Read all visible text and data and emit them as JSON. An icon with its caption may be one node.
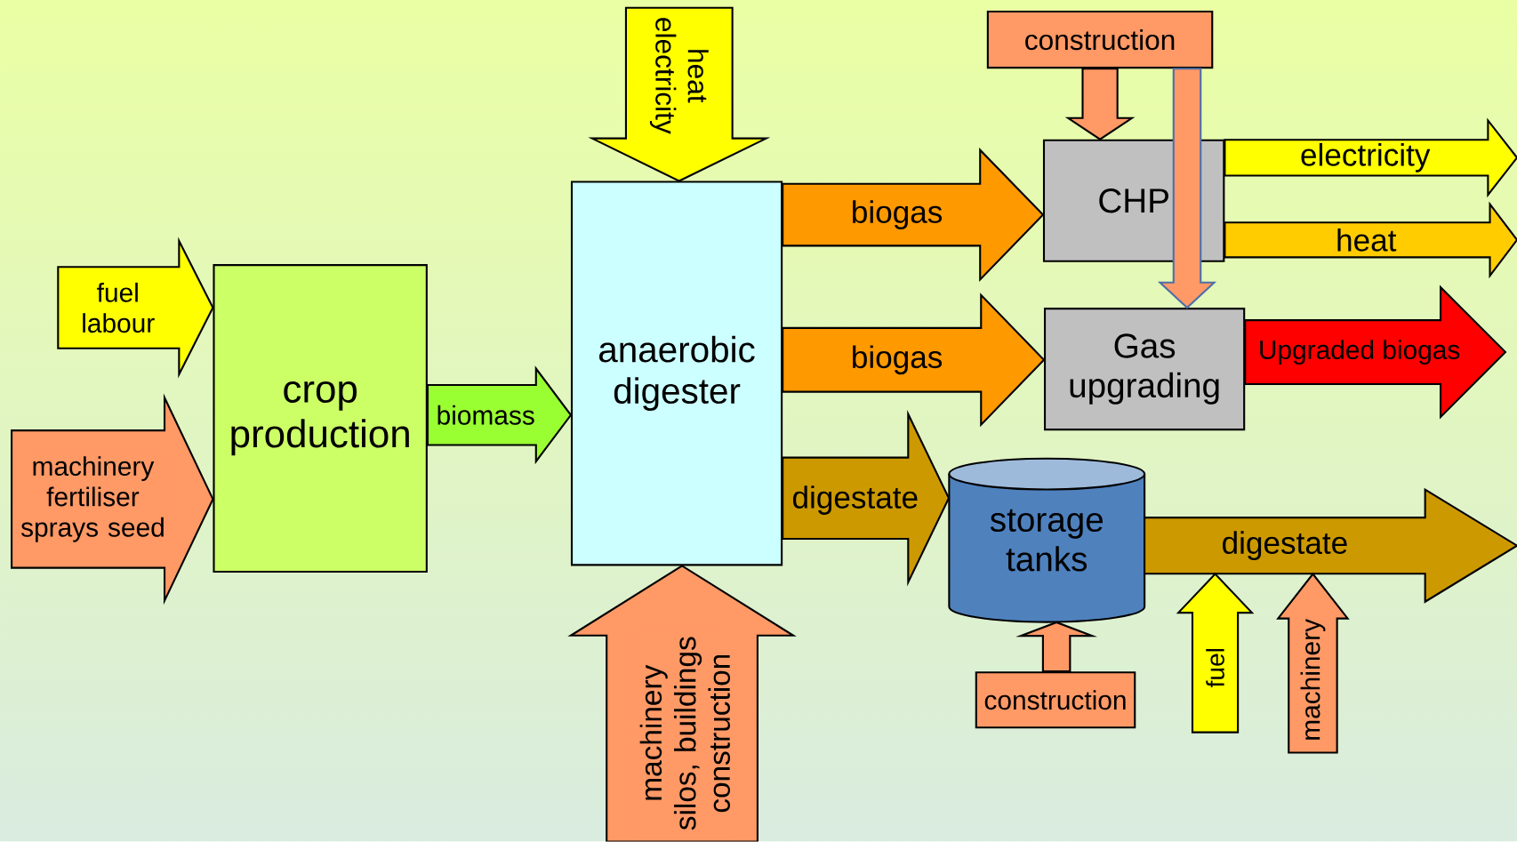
{
  "diagram": {
    "nodes": [
      {
        "text": [
          "crop production"
        ]
      },
      {
        "text": [
          "anaerobic digester"
        ]
      },
      {
        "text": [
          "construction"
        ]
      },
      {
        "text": [
          "CHP"
        ]
      },
      {
        "text": [
          "Gas upgrading"
        ]
      },
      {
        "text": [
          "storage tanks"
        ]
      },
      {
        "text": [
          "construction"
        ]
      },
      {
        "text": [
          "digestate"
        ]
      }
    ],
    "edges": [
      {
        "from": null,
        "to": 0,
        "arrow": "to",
        "label": "fuel labour",
        "color": "#ffff00"
      },
      {
        "from": null,
        "to": 0,
        "arrow": "to",
        "label": "machinery fertiliser sprays seed"
      },
      {
        "from": 0,
        "to": 1,
        "arrow": "to",
        "label": "biomass",
        "color": "#99ff33"
      },
      {
        "from": null,
        "to": 1,
        "arrow": "to",
        "label": "heat electricity",
        "color": "#ffff00"
      },
      {
        "from": null,
        "to": 1,
        "arrow": "to",
        "label": "machinery silos, buildings construction"
      },
      {
        "from": 1,
        "to": 3,
        "arrow": "to",
        "label": "biogas",
        "color": "#ff9900"
      },
      {
        "from": 1,
        "to": 4,
        "arrow": "to",
        "label": "biogas",
        "color": "#ff9900"
      },
      {
        "from": 1,
        "to": 5,
        "arrow": "to",
        "label": "digestate",
        "color": "#cc9900"
      },
      {
        "from": 2,
        "to": 3,
        "arrow": "to"
      },
      {
        "from": 2,
        "to": 4,
        "arrow": "to"
      },
      {
        "from": 6,
        "to": 5,
        "arrow": "to"
      },
      {
        "from": 3,
        "to": null,
        "arrow": "to",
        "label": "electricity",
        "color": "#ffff00"
      },
      {
        "from": 3,
        "to": null,
        "arrow": "to",
        "label": "heat",
        "color": "#ffcc00"
      },
      {
        "from": 4,
        "to": null,
        "arrow": "to",
        "label": "Upgraded biogas",
        "color": "#ff0000"
      },
      {
        "from": null,
        "to": 7,
        "arrow": "to",
        "label": "fuel",
        "color": "#ffff00"
      },
      {
        "from": null,
        "to": 7,
        "arrow": "to",
        "label": "machinery"
      }
    ]
  }
}
